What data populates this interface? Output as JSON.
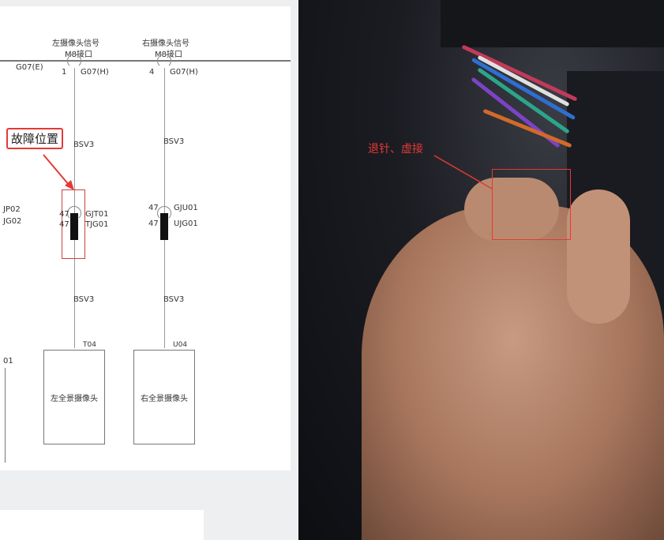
{
  "diagram": {
    "left_header": [
      "左摄像头信号",
      "M8接口"
    ],
    "right_header": [
      "右摄像头信号",
      "M8接口"
    ],
    "ground_label": "G07(E)",
    "left_pin": "1",
    "right_pin": "4",
    "left_pin_label": "G07(H)",
    "right_pin_label": "G07(H)",
    "wire_label": "BSV3",
    "fault_callout": "故障位置",
    "left_edge_labels": [
      "JP02",
      "JG02",
      "01"
    ],
    "left_connector": {
      "pin_top": "47",
      "pin_bottom": "47",
      "label_top": "GJT01",
      "label_bottom": "TJG01"
    },
    "right_connector": {
      "pin_top": "47",
      "pin_bottom": "47",
      "label_top": "GJU01",
      "label_bottom": "UJG01"
    },
    "left_device_code": "T04",
    "right_device_code": "U04",
    "left_device": "左全景摄像头",
    "right_device": "右全景摄像头"
  },
  "photo": {
    "annotation": "退针、虚接",
    "accent": "#e53935"
  }
}
